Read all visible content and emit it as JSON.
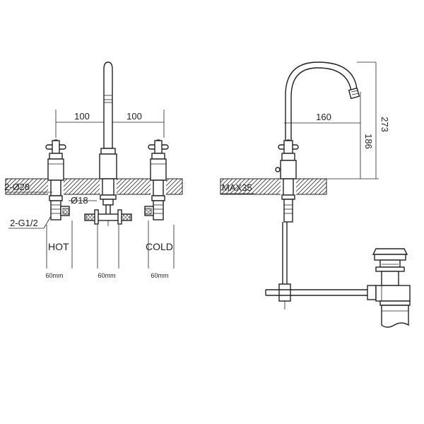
{
  "front_view": {
    "spacing_left": "100",
    "spacing_right": "100",
    "hole_diameter": "2-Ø28",
    "spout_diameter": "Ø18",
    "inlet_thread": "2-G1/2",
    "hot_label": "HOT",
    "cold_label": "COLD",
    "tail_left": "60mm",
    "tail_center": "60mm",
    "tail_right": "60mm"
  },
  "side_view": {
    "deck_max": "MAX35",
    "reach": "160",
    "height_total": "273",
    "height_spout": "186"
  }
}
